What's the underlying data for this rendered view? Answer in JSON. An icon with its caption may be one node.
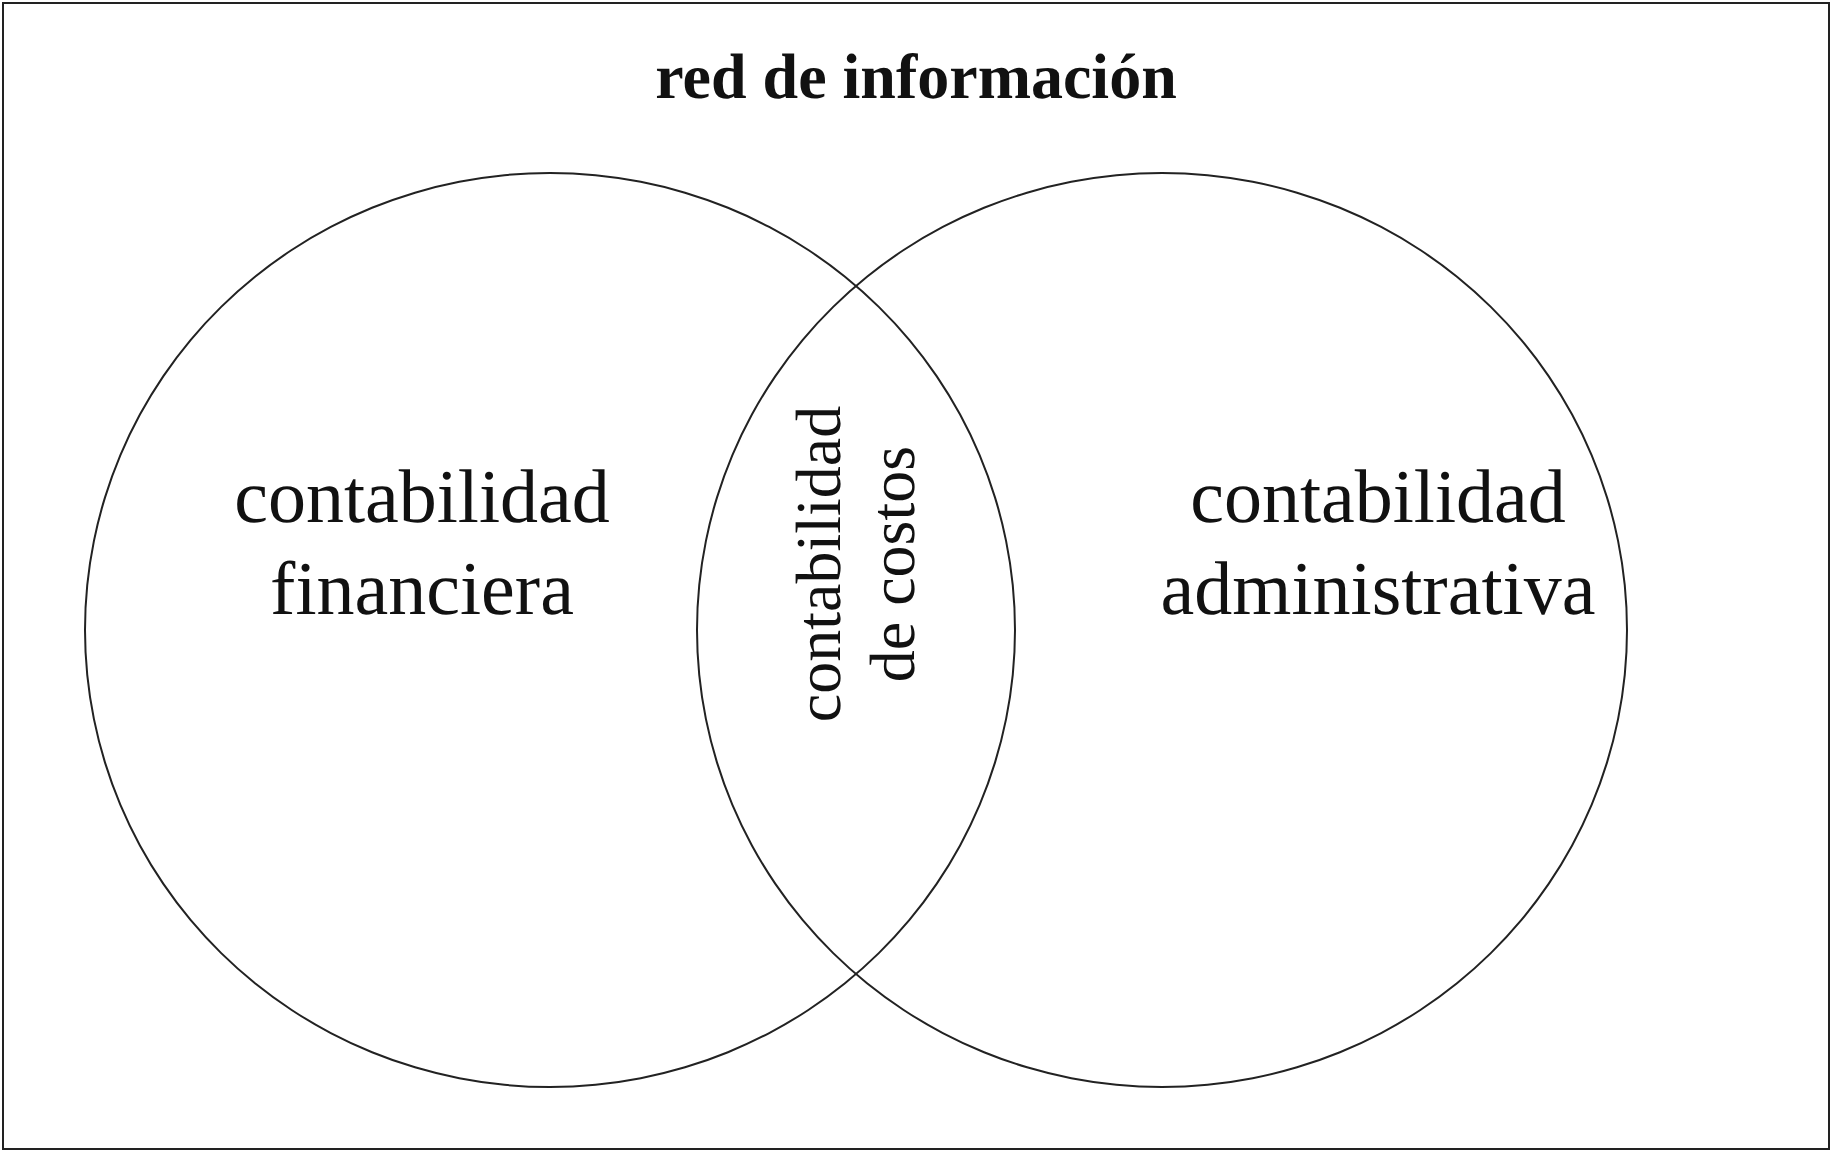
{
  "diagram": {
    "title": "red de información",
    "nodes": [
      {
        "text": [
          "contabilidad financiera"
        ]
      },
      {
        "text": [
          "contabilidad administrativa"
        ]
      }
    ],
    "labels": [
      "contabilidad de costos"
    ]
  }
}
